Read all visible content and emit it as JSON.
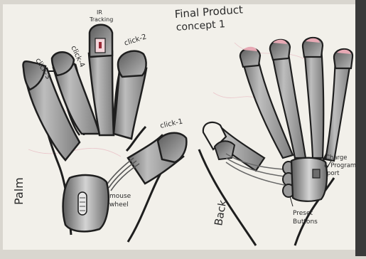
{
  "title": {
    "line1": "Final Product",
    "line2": "concept 1"
  },
  "sides": {
    "left": "Palm",
    "right": "Back"
  },
  "labels": {
    "ir_tracking_line1": "IR",
    "ir_tracking_line2": "Tracking",
    "click1_thumb": "click-1",
    "click2": "click-2",
    "click3": "click-3",
    "click4": "click-4",
    "mouse_wheel_line1": "mouse",
    "mouse_wheel_line2": "wheel",
    "charge_line1": "Charge",
    "charge_line2": "& Program",
    "charge_line3": "port",
    "preset_line1": "Preset",
    "preset_line2": "Buttons"
  },
  "colors": {
    "paper": "#f2f0ea",
    "ink": "#1e1e1e",
    "shade": "#8d8d8d",
    "light_shade": "#c8c8c8",
    "pink_tip": "#e7a9b4"
  }
}
